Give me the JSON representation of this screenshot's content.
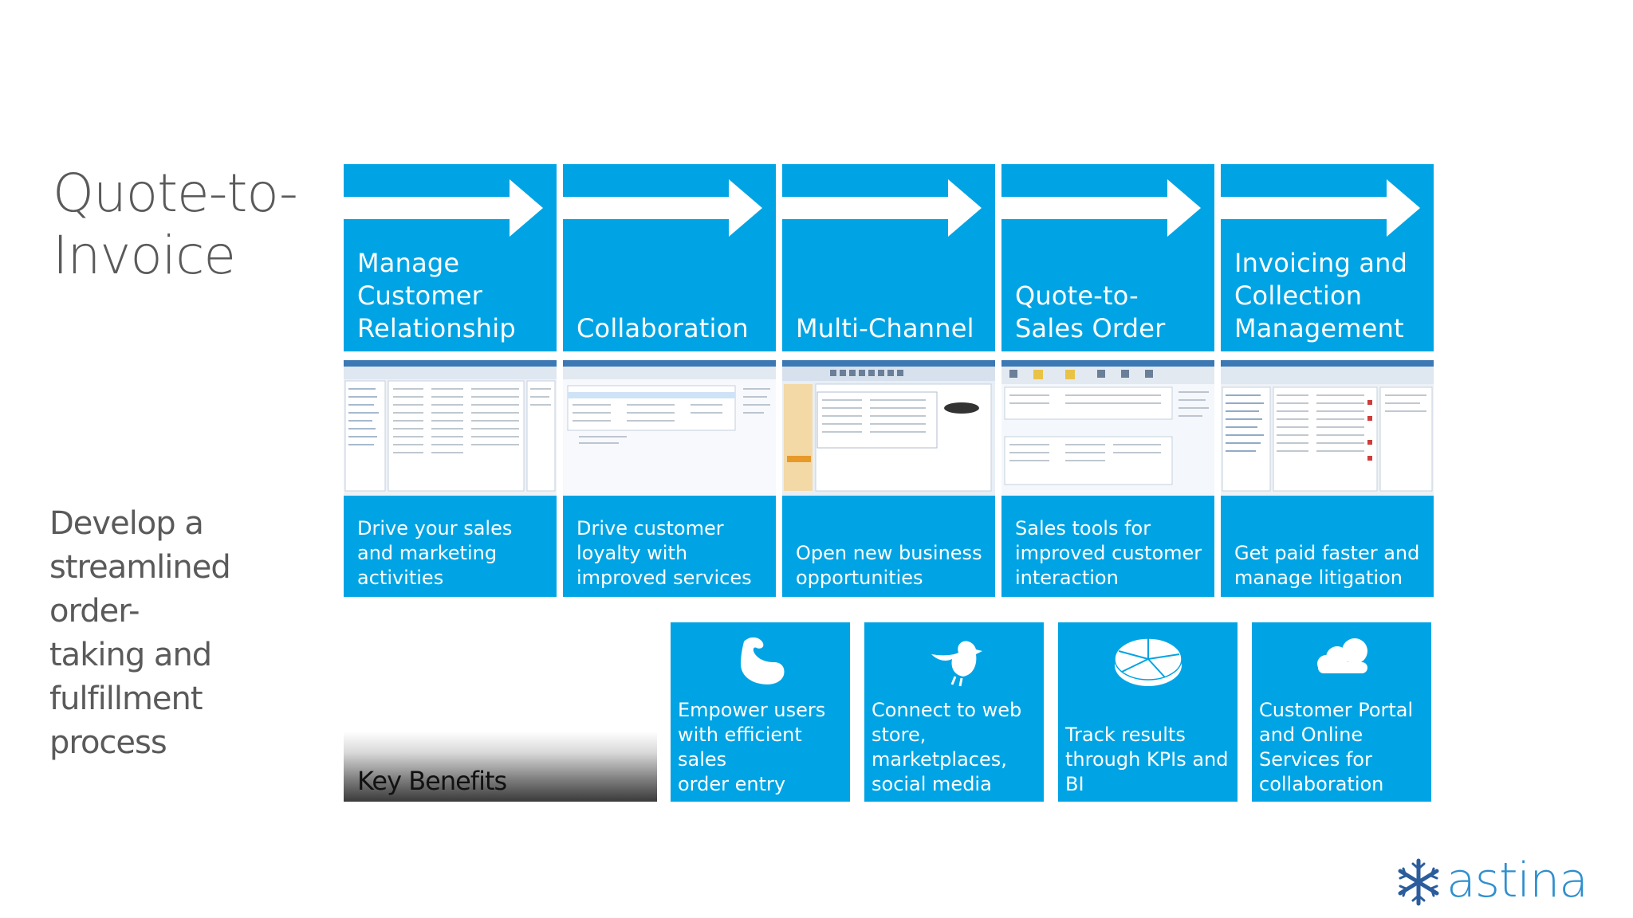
{
  "title": "Quote-to-\nInvoice",
  "subtitle": "Develop a\nstreamlined order-\ntaking and\nfulfillment process",
  "colors": {
    "tile_blue": "#00a4e4",
    "title_gray": "#5a5a5a",
    "logo_blue": "#2f8fcf"
  },
  "process": [
    {
      "label": "Manage\nCustomer\nRelationship",
      "desc": "Drive your sales\nand marketing\nactivities",
      "screenshot": "crm-list-screenshot"
    },
    {
      "label": "Collaboration",
      "desc": "Drive customer\nloyalty with\nimproved services",
      "screenshot": "collaboration-screenshot"
    },
    {
      "label": "Multi-Channel",
      "desc": "Open new business\nopportunities",
      "screenshot": "multichannel-screenshot"
    },
    {
      "label": "Quote-to-\nSales Order",
      "desc": "Sales tools for\nimproved customer\ninteraction",
      "screenshot": "sales-order-screenshot"
    },
    {
      "label": "Invoicing and\nCollection\nManagement",
      "desc": "Get paid faster and\nmanage litigation",
      "screenshot": "invoicing-screenshot"
    }
  ],
  "key_benefits_label": "Key Benefits",
  "benefits": [
    {
      "icon": "flexed-arm-icon",
      "label": "Empower users\nwith efficient sales\norder entry"
    },
    {
      "icon": "bird-icon",
      "label": "Connect to web\nstore,\nmarketplaces,\nsocial media"
    },
    {
      "icon": "pie-chart-icon",
      "label": "Track results\nthrough KPIs and\nBI"
    },
    {
      "icon": "cloud-icon",
      "label": "Customer Portal\nand Online\nServices for\ncollaboration"
    }
  ],
  "logo_text": "astina"
}
